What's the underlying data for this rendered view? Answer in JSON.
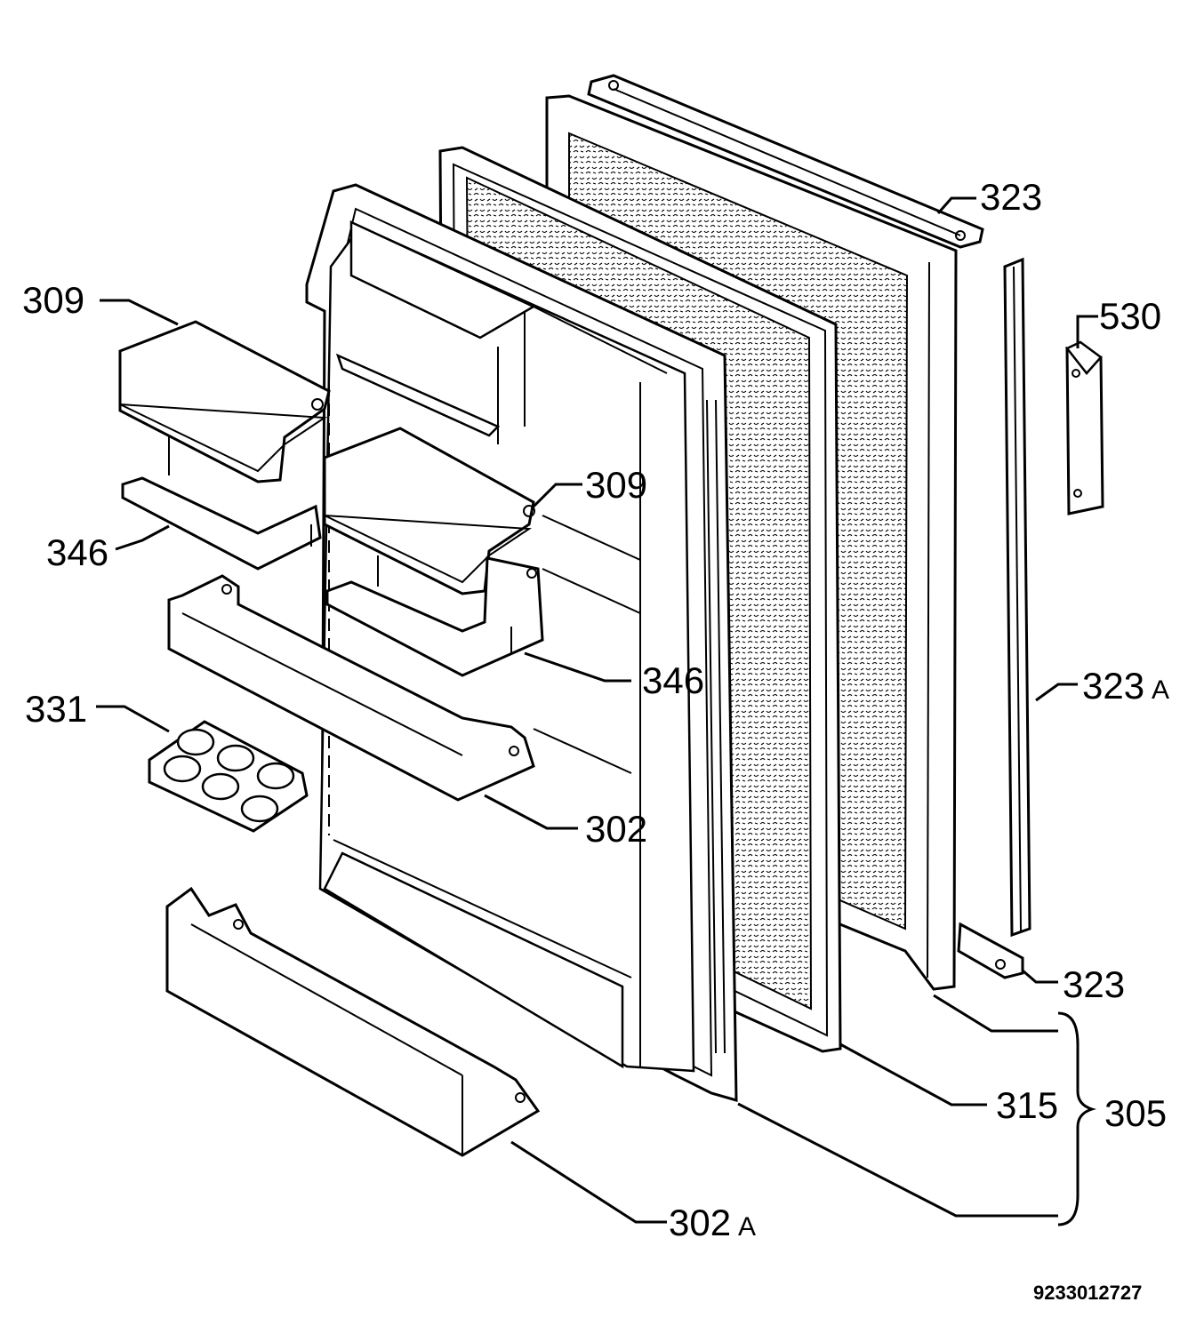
{
  "diagram": {
    "labels": {
      "l323_top": "323",
      "l530": "530",
      "l309_left": "309",
      "l309_mid": "309",
      "l346_left": "346",
      "l346_mid": "346",
      "l323a": "323",
      "l323a_suffix": "A",
      "l331": "331",
      "l302": "302",
      "l323_bottom": "323",
      "l315": "315",
      "l305": "305",
      "l302a": "302",
      "l302a_suffix": "A"
    },
    "drawing_code": "9233012727"
  }
}
